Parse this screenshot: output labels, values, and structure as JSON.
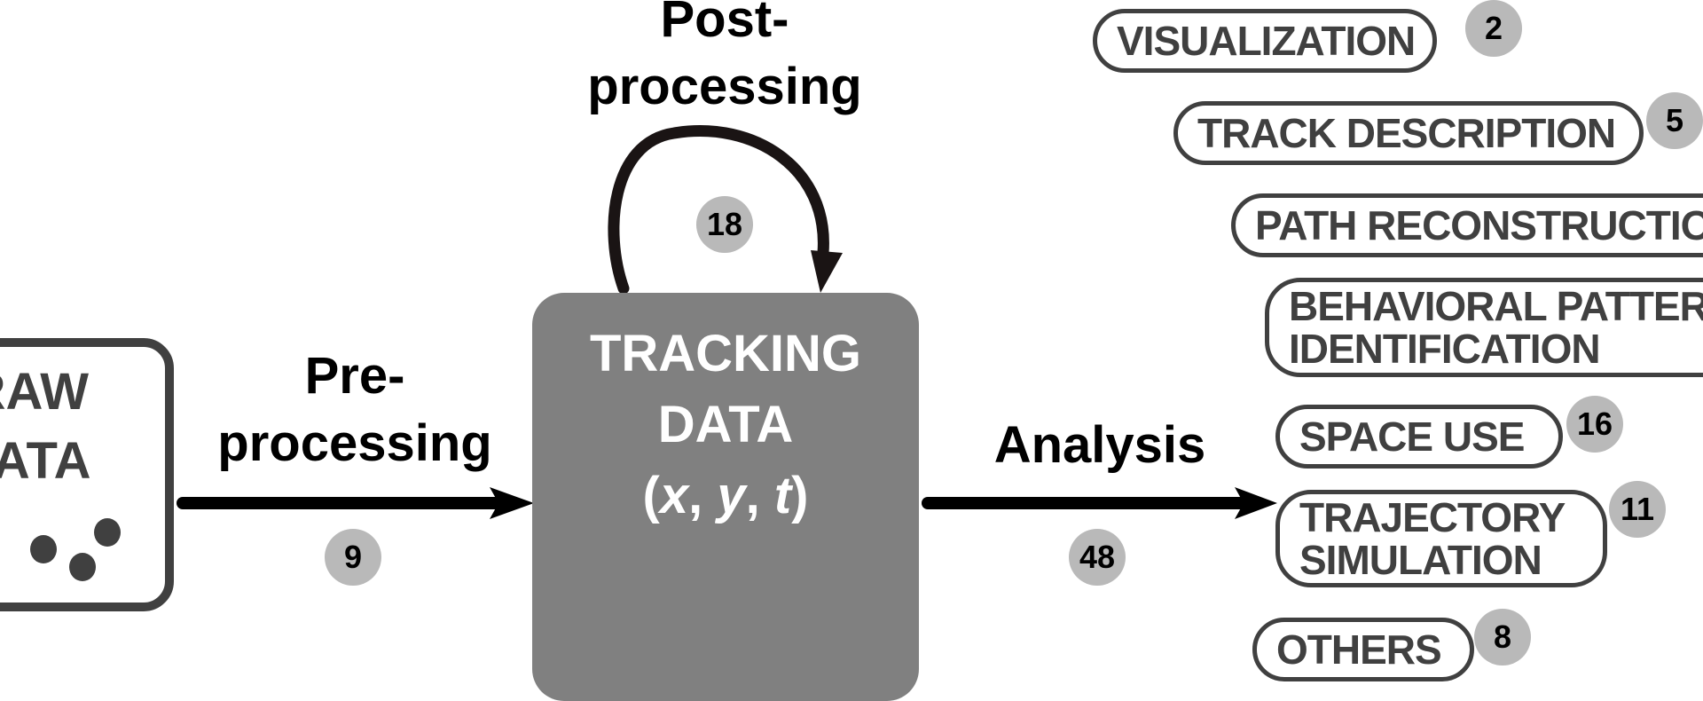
{
  "diagram": {
    "raw_data": {
      "line1": "RAW",
      "line2": "DATA"
    },
    "preprocessing": {
      "line1": "Pre-",
      "line2": "processing",
      "count": "9"
    },
    "tracking_data": {
      "line1": "TRACKING",
      "line2": "DATA",
      "coords_open": "(",
      "x": "x",
      "sep1": ", ",
      "y": "y",
      "sep2": ", ",
      "t": "t",
      "coords_close": ")"
    },
    "postprocessing": {
      "line1": "Post-",
      "line2": "processing",
      "count": "18"
    },
    "analysis": {
      "label": "Analysis",
      "count": "48"
    },
    "categories": [
      {
        "line1": "VISUALIZATION",
        "count": "2"
      },
      {
        "line1": "TRACK DESCRIPTION",
        "count": "5"
      },
      {
        "line1": "PATH RECONSTRUCTION"
      },
      {
        "line1": "BEHAVIORAL PATTERN",
        "line2": "IDENTIFICATION"
      },
      {
        "line1": "SPACE USE",
        "count": "16"
      },
      {
        "line1": "TRAJECTORY",
        "line2": "SIMULATION",
        "count": "11"
      },
      {
        "line1": "OTHERS",
        "count": "8"
      }
    ]
  },
  "colors": {
    "dark_gray": "#404040",
    "box_gray": "#808080",
    "badge_gray": "#b9b9b9",
    "arrow": "#000000",
    "loop_arrow": "#1a1414"
  }
}
